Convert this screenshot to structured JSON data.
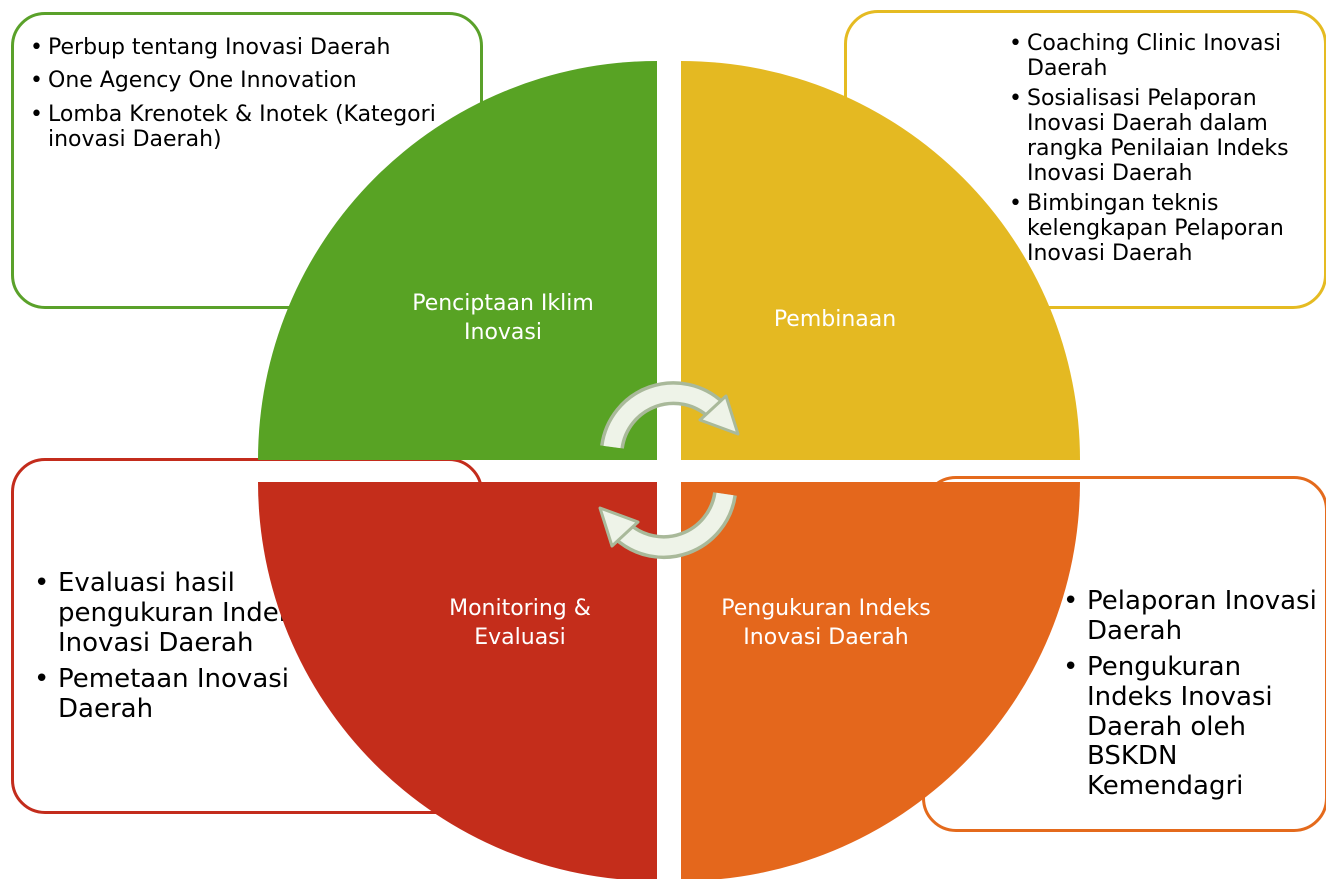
{
  "quadrants": {
    "top_left": {
      "label": "Penciptaan Iklim Inovasi",
      "color": "#58a324"
    },
    "top_right": {
      "label": "Pembinaan",
      "color": "#e4b922"
    },
    "bottom_left": {
      "label": "Monitoring & Evaluasi",
      "color": "#c42d1b"
    },
    "bottom_right": {
      "label": "Pengukuran Indeks Inovasi Daerah",
      "color": "#e4671c"
    }
  },
  "cards": {
    "top_left": {
      "items": [
        "Perbup tentang Inovasi Daerah",
        "One Agency One Innovation",
        "Lomba Krenotek & Inotek (Kategori inovasi Daerah)"
      ]
    },
    "top_right": {
      "items": [
        "Coaching Clinic Inovasi Daerah",
        "Sosialisasi Pelaporan Inovasi Daerah dalam rangka Penilaian Indeks Inovasi Daerah",
        "Bimbingan teknis kelengkapan Pelaporan Inovasi Daerah"
      ]
    },
    "bottom_left": {
      "items": [
        "Evaluasi hasil pengukuran Indeks Inovasi Daerah",
        "Pemetaan Inovasi Daerah"
      ]
    },
    "bottom_right": {
      "items": [
        "Pelaporan Inovasi Daerah",
        "Pengukuran Indeks Inovasi Daerah oleh BSKDN Kemendagri"
      ]
    }
  },
  "cycle_arrows": {
    "color": "#e8efe0",
    "stroke": "#a9b99a"
  }
}
